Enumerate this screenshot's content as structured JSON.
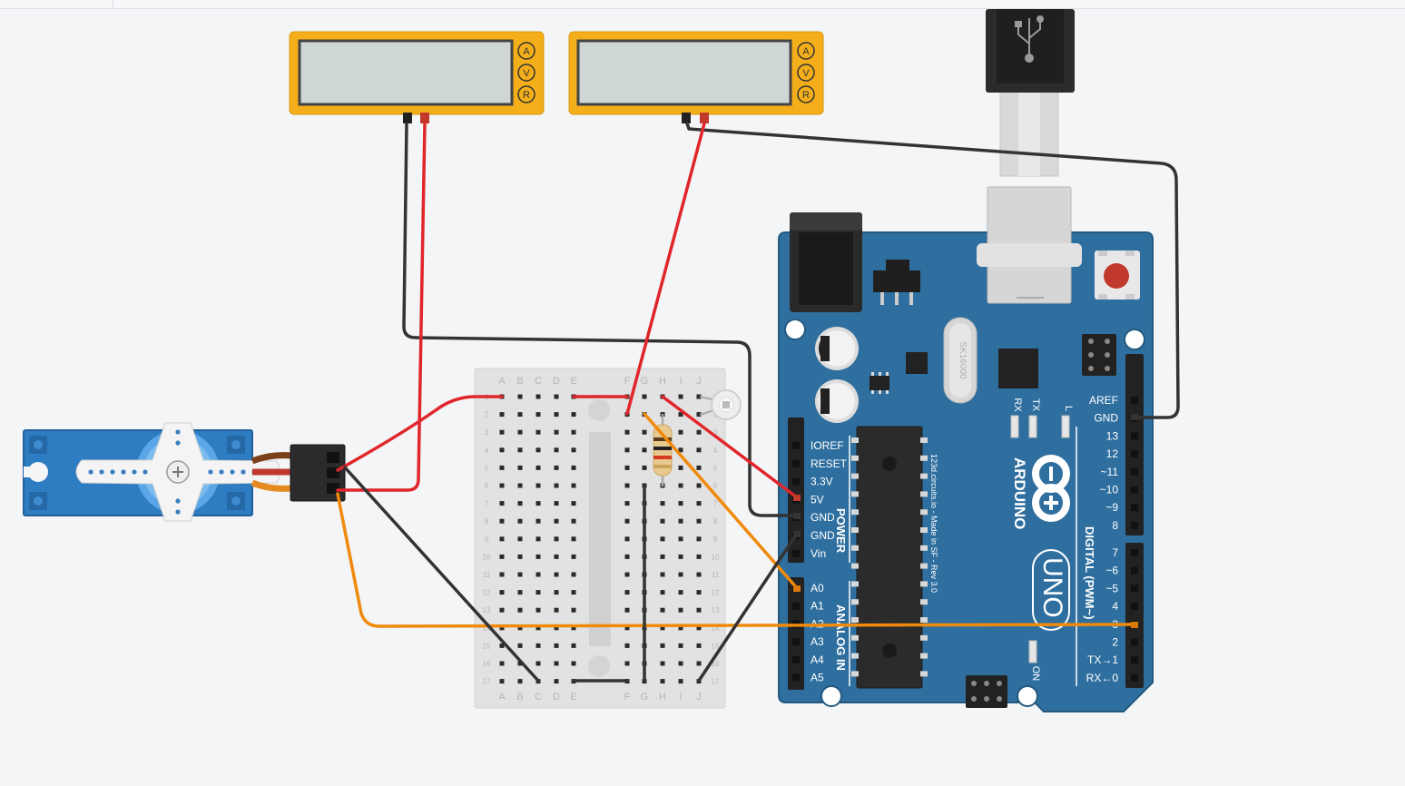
{
  "colors": {
    "canvas": "#f3f5f7",
    "wire_red": "#e0262b",
    "wire_black": "#333333",
    "wire_orange": "#f08a0c",
    "arduino_blue": "#2f6f9f",
    "multimeter_yellow": "#f3ae1a",
    "servo_blue": "#2e7cc2",
    "breadboard": "#e2e2e2"
  },
  "multimeter_1": {
    "mode_a": "A",
    "mode_v": "V",
    "mode_r": "R"
  },
  "multimeter_2": {
    "mode_a": "A",
    "mode_v": "V",
    "mode_r": "R"
  },
  "breadboard": {
    "columns_left": [
      "A",
      "B",
      "C",
      "D",
      "E"
    ],
    "columns_right": [
      "F",
      "G",
      "H",
      "I",
      "J"
    ],
    "rows": [
      "1",
      "2",
      "3",
      "4",
      "5",
      "6",
      "7",
      "8",
      "9",
      "10",
      "11",
      "12",
      "13",
      "14",
      "15",
      "16",
      "17"
    ]
  },
  "arduino": {
    "brand": "ARDUINO",
    "model": "UNO",
    "credit": "123d.circuits.io - Made in SF - Rev 3.0",
    "crystal": "SK16000",
    "led_rx": "RX",
    "led_tx": "TX",
    "led_l": "L",
    "led_on": "ON",
    "power_section": "POWER",
    "analog_section": "ANALOG IN",
    "digital_section": "DIGITAL (PWM~)",
    "power_pins": [
      "IOREF",
      "RESET",
      "3.3V",
      "5V",
      "GND",
      "GND",
      "Vin"
    ],
    "analog_pins": [
      "A0",
      "A1",
      "A2",
      "A3",
      "A4",
      "A5"
    ],
    "digital_pins_top": [
      "AREF",
      "GND",
      "13",
      "12",
      "~11",
      "~10",
      "~9",
      "8"
    ],
    "digital_pins_bottom": [
      "7",
      "~6",
      "~5",
      "4",
      "~3",
      "2",
      "TX→1",
      "RX←0"
    ]
  }
}
